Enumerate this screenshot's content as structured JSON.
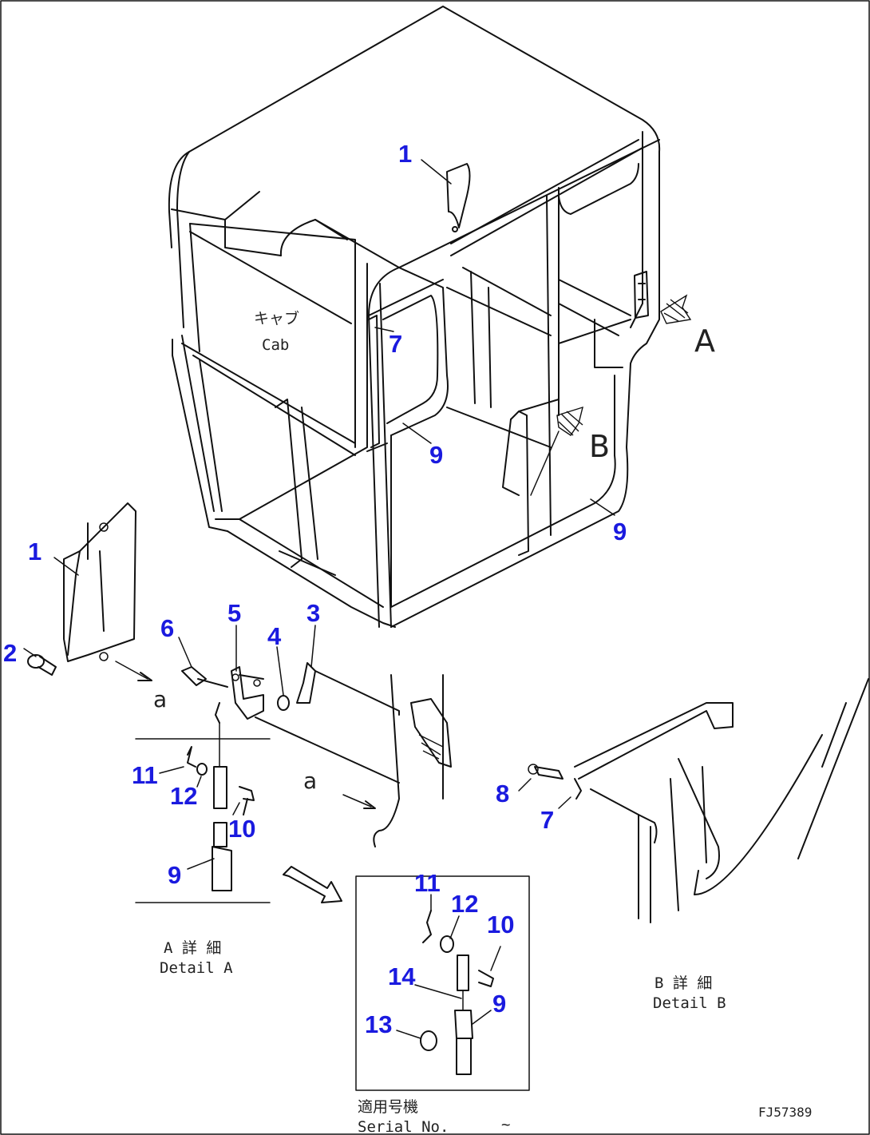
{
  "cab_label": {
    "jp": "キャブ",
    "en": "Cab"
  },
  "view_letters": {
    "a": "A",
    "b": "B",
    "small_a": "a"
  },
  "detail_a": {
    "jp": "A 詳 細",
    "en": "Detail A"
  },
  "detail_b": {
    "jp": "B 詳 細",
    "en": "Detail B"
  },
  "serial": {
    "jp": "適用号機",
    "en": "Serial No.",
    "range": "~"
  },
  "drawing_number": "FJ57389",
  "part_callouts": [
    "1",
    "2",
    "3",
    "4",
    "5",
    "6",
    "7",
    "8",
    "9",
    "10",
    "11",
    "12",
    "13",
    "14"
  ],
  "colors": {
    "callout": "#1a1adf",
    "line": "#111111",
    "background": "#ffffff"
  }
}
